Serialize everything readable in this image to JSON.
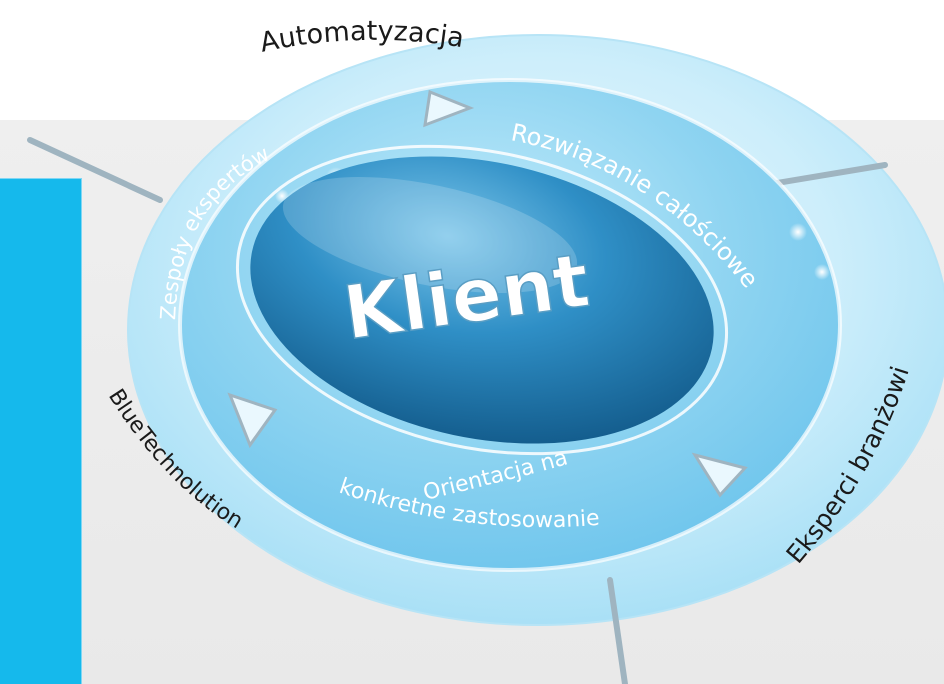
{
  "center": {
    "label": "Klient"
  },
  "inner_ring": {
    "labels": [
      "Zespoły ekspertów",
      "Rozwiązanie całościowe",
      "Orientacja na",
      "konkretne zastosowanie"
    ]
  },
  "outer_ring": {
    "labels": [
      "Automatyzacja",
      "Eksperci branżowi",
      "BlueTechnolution"
    ]
  },
  "colors": {
    "accent_cyan": "#15b9ec",
    "ring_light": "#cdeefb",
    "ring_mid": "#8fd4f1",
    "core_dark": "#1a72a6",
    "text_dark": "#1a1a1a",
    "text_white": "#ffffff"
  }
}
